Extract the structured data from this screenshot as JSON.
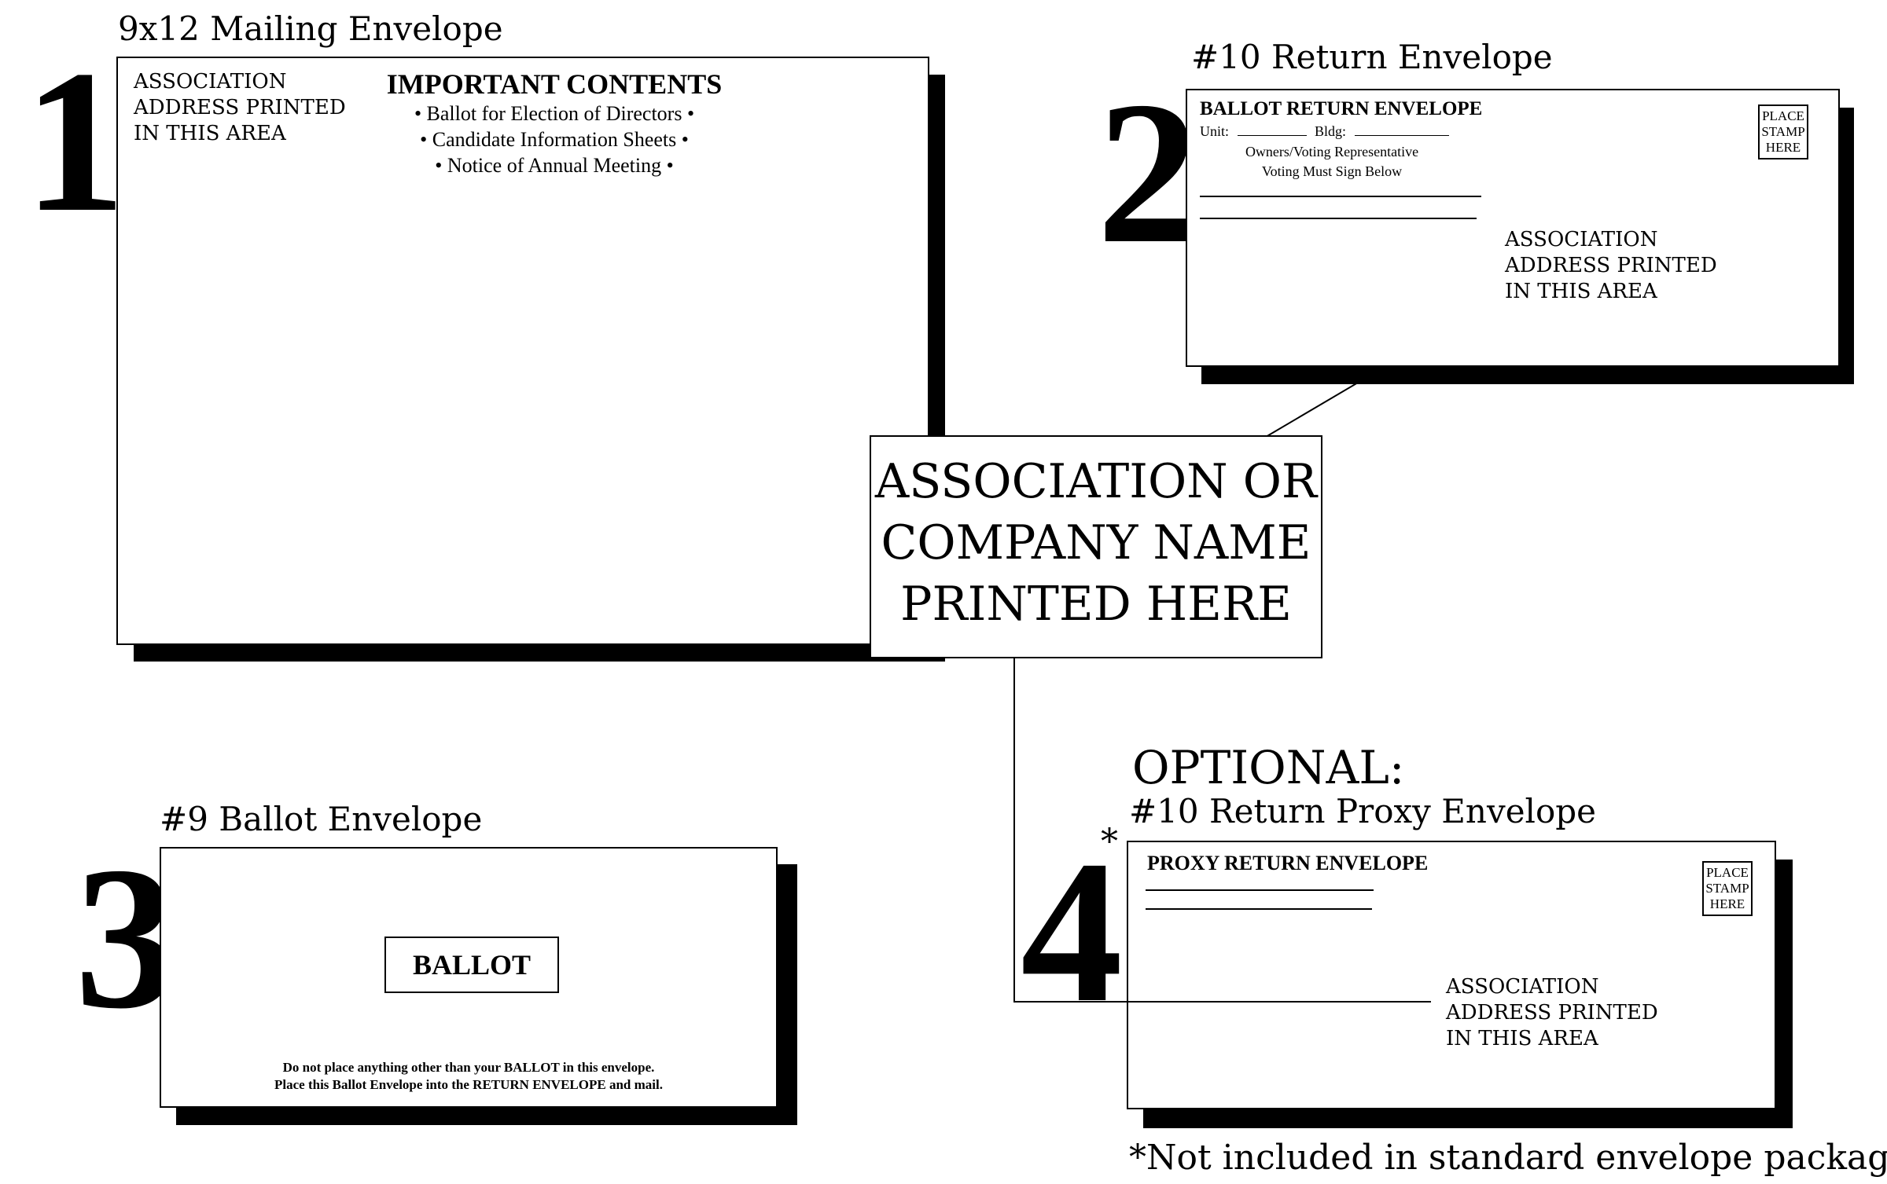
{
  "env1": {
    "number": "1",
    "title": "9x12 Mailing Envelope",
    "address_lines": [
      "ASSOCIATION",
      "ADDRESS PRINTED",
      "IN THIS AREA"
    ],
    "contents_heading": "IMPORTANT CONTENTS",
    "contents_items": [
      "• Ballot for Election of Directors •",
      "• Candidate Information Sheets •",
      "• Notice of Annual Meeting •"
    ]
  },
  "env2": {
    "number": "2",
    "title": "#10 Return Envelope",
    "heading": "BALLOT RETURN ENVELOPE",
    "unit_label": "Unit:",
    "bldg_label": "Bldg:",
    "sign_lines": [
      "Owners/Voting Representative",
      "Voting Must Sign Below"
    ],
    "stamp_lines": [
      "PLACE",
      "STAMP",
      "HERE"
    ],
    "address_lines": [
      "ASSOCIATION",
      "ADDRESS PRINTED",
      "IN THIS AREA"
    ]
  },
  "center_label": {
    "lines": [
      "ASSOCIATION OR",
      "COMPANY NAME",
      "PRINTED HERE"
    ]
  },
  "env3": {
    "number": "3",
    "title": "#9 Ballot Envelope",
    "box_label": "BALLOT",
    "instructions": [
      "Do not place anything other than your BALLOT in this envelope.",
      "Place this Ballot Envelope into the RETURN ENVELOPE and mail."
    ]
  },
  "env4": {
    "optional_label": "OPTIONAL:",
    "number": "4",
    "asterisk": "*",
    "title": "#10 Return Proxy Envelope",
    "heading": "PROXY RETURN ENVELOPE",
    "stamp_lines": [
      "PLACE",
      "STAMP",
      "HERE"
    ],
    "address_lines": [
      "ASSOCIATION",
      "ADDRESS PRINTED",
      "IN THIS AREA"
    ]
  },
  "footnote": "*Not included in standard envelope package"
}
